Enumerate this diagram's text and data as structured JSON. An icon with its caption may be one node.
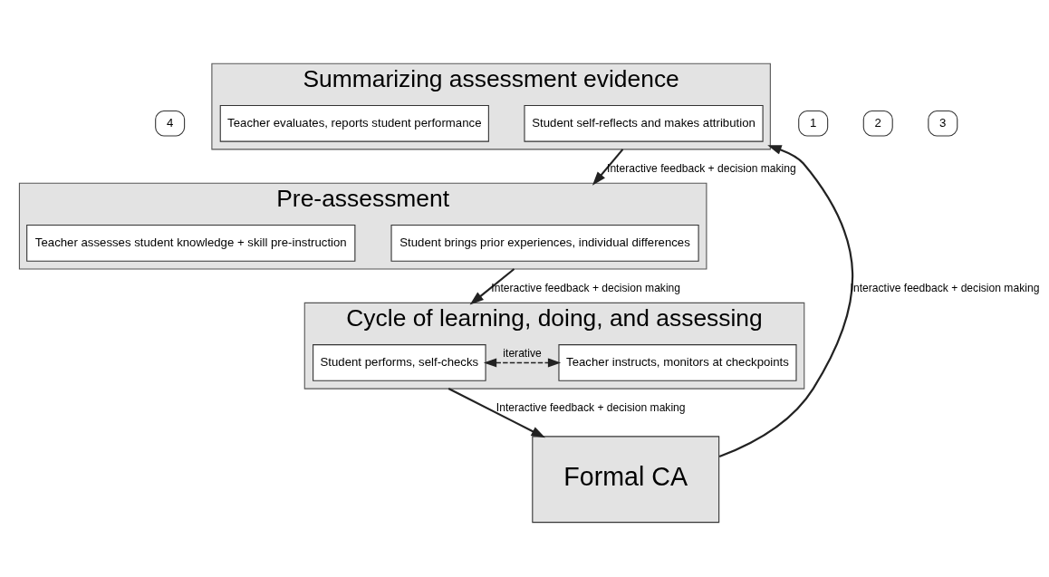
{
  "diagram": {
    "nodes": [
      {
        "text": [
          "4"
        ]
      },
      {
        "text": [
          "Summarizing assessment evidence"
        ]
      },
      {
        "text": [
          "Student self-reflects and makes attribution"
        ],
        "in": 1
      },
      {
        "text": [
          "Teacher evaluates, reports student performance"
        ],
        "in": 1
      },
      {
        "text": [
          "1"
        ]
      },
      {
        "text": [
          "Pre-assessment"
        ]
      },
      {
        "text": [
          "Student brings prior experiences, individual differences"
        ],
        "in": 5
      },
      {
        "text": [
          "Teacher assesses student knowledge + skill pre-instruction"
        ],
        "in": 5
      },
      {
        "text": [
          "2"
        ]
      },
      {
        "text": [
          "Cycle of learning, doing, and assessing"
        ]
      },
      {
        "text": [
          "Student performs, self-checks"
        ],
        "in": 9
      },
      {
        "text": [
          "Teacher instructs, monitors at checkpoints"
        ],
        "in": 9
      },
      {
        "text": [
          "3"
        ]
      },
      {
        "text": [
          "Formal CA"
        ]
      }
    ],
    "edges": [
      {
        "from": 1,
        "to": 5,
        "arrow": "to",
        "label": "Interactive feedback + decision making"
      },
      {
        "from": 5,
        "to": 9,
        "arrow": "to",
        "label": "Interactive feedback + decision making"
      },
      {
        "from": 10,
        "to": 11,
        "arrow": "both",
        "style": "dashed",
        "label": "iterative"
      },
      {
        "from": 9,
        "to": 13,
        "arrow": "to",
        "label": "Interactive feedback + decision making"
      },
      {
        "from": 13,
        "to": 1,
        "arrow": "to",
        "label": "Interactive feedback + decision making"
      }
    ]
  }
}
